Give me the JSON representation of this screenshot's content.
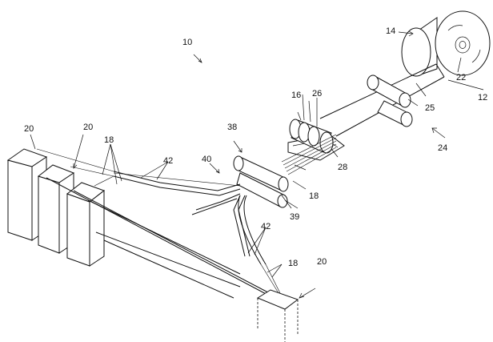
{
  "labels": {
    "l10": "10",
    "l14": "14",
    "l16": "16",
    "l26": "26",
    "l22": "22",
    "l12": "12",
    "l25": "25",
    "l24": "24",
    "l38": "38",
    "l28": "28",
    "l40": "40",
    "l20a": "20",
    "l20b": "20",
    "l18a": "18",
    "l42a": "42",
    "l18b": "18",
    "l39": "39",
    "l42b": "42",
    "l18c": "18",
    "l20c": "20"
  },
  "colors": {
    "line": "#111111",
    "background": "#ffffff"
  }
}
